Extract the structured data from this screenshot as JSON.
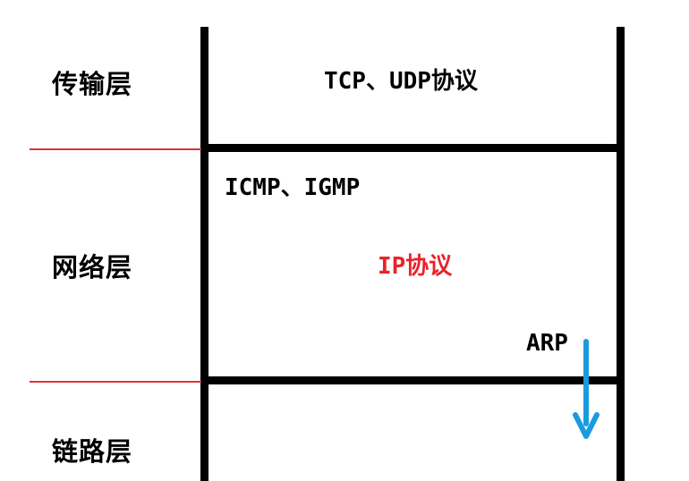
{
  "layers": {
    "transport": "传输层",
    "network": "网络层",
    "link": "链路层"
  },
  "protocols": {
    "transport": "TCP、UDP协议",
    "network_upper": "ICMP、IGMP",
    "network_main": "IP协议",
    "arp": "ARP"
  },
  "colors": {
    "structure": "#000000",
    "divider": "#e0303a",
    "highlight": "#e8232b",
    "arrow": "#1a9be0"
  }
}
